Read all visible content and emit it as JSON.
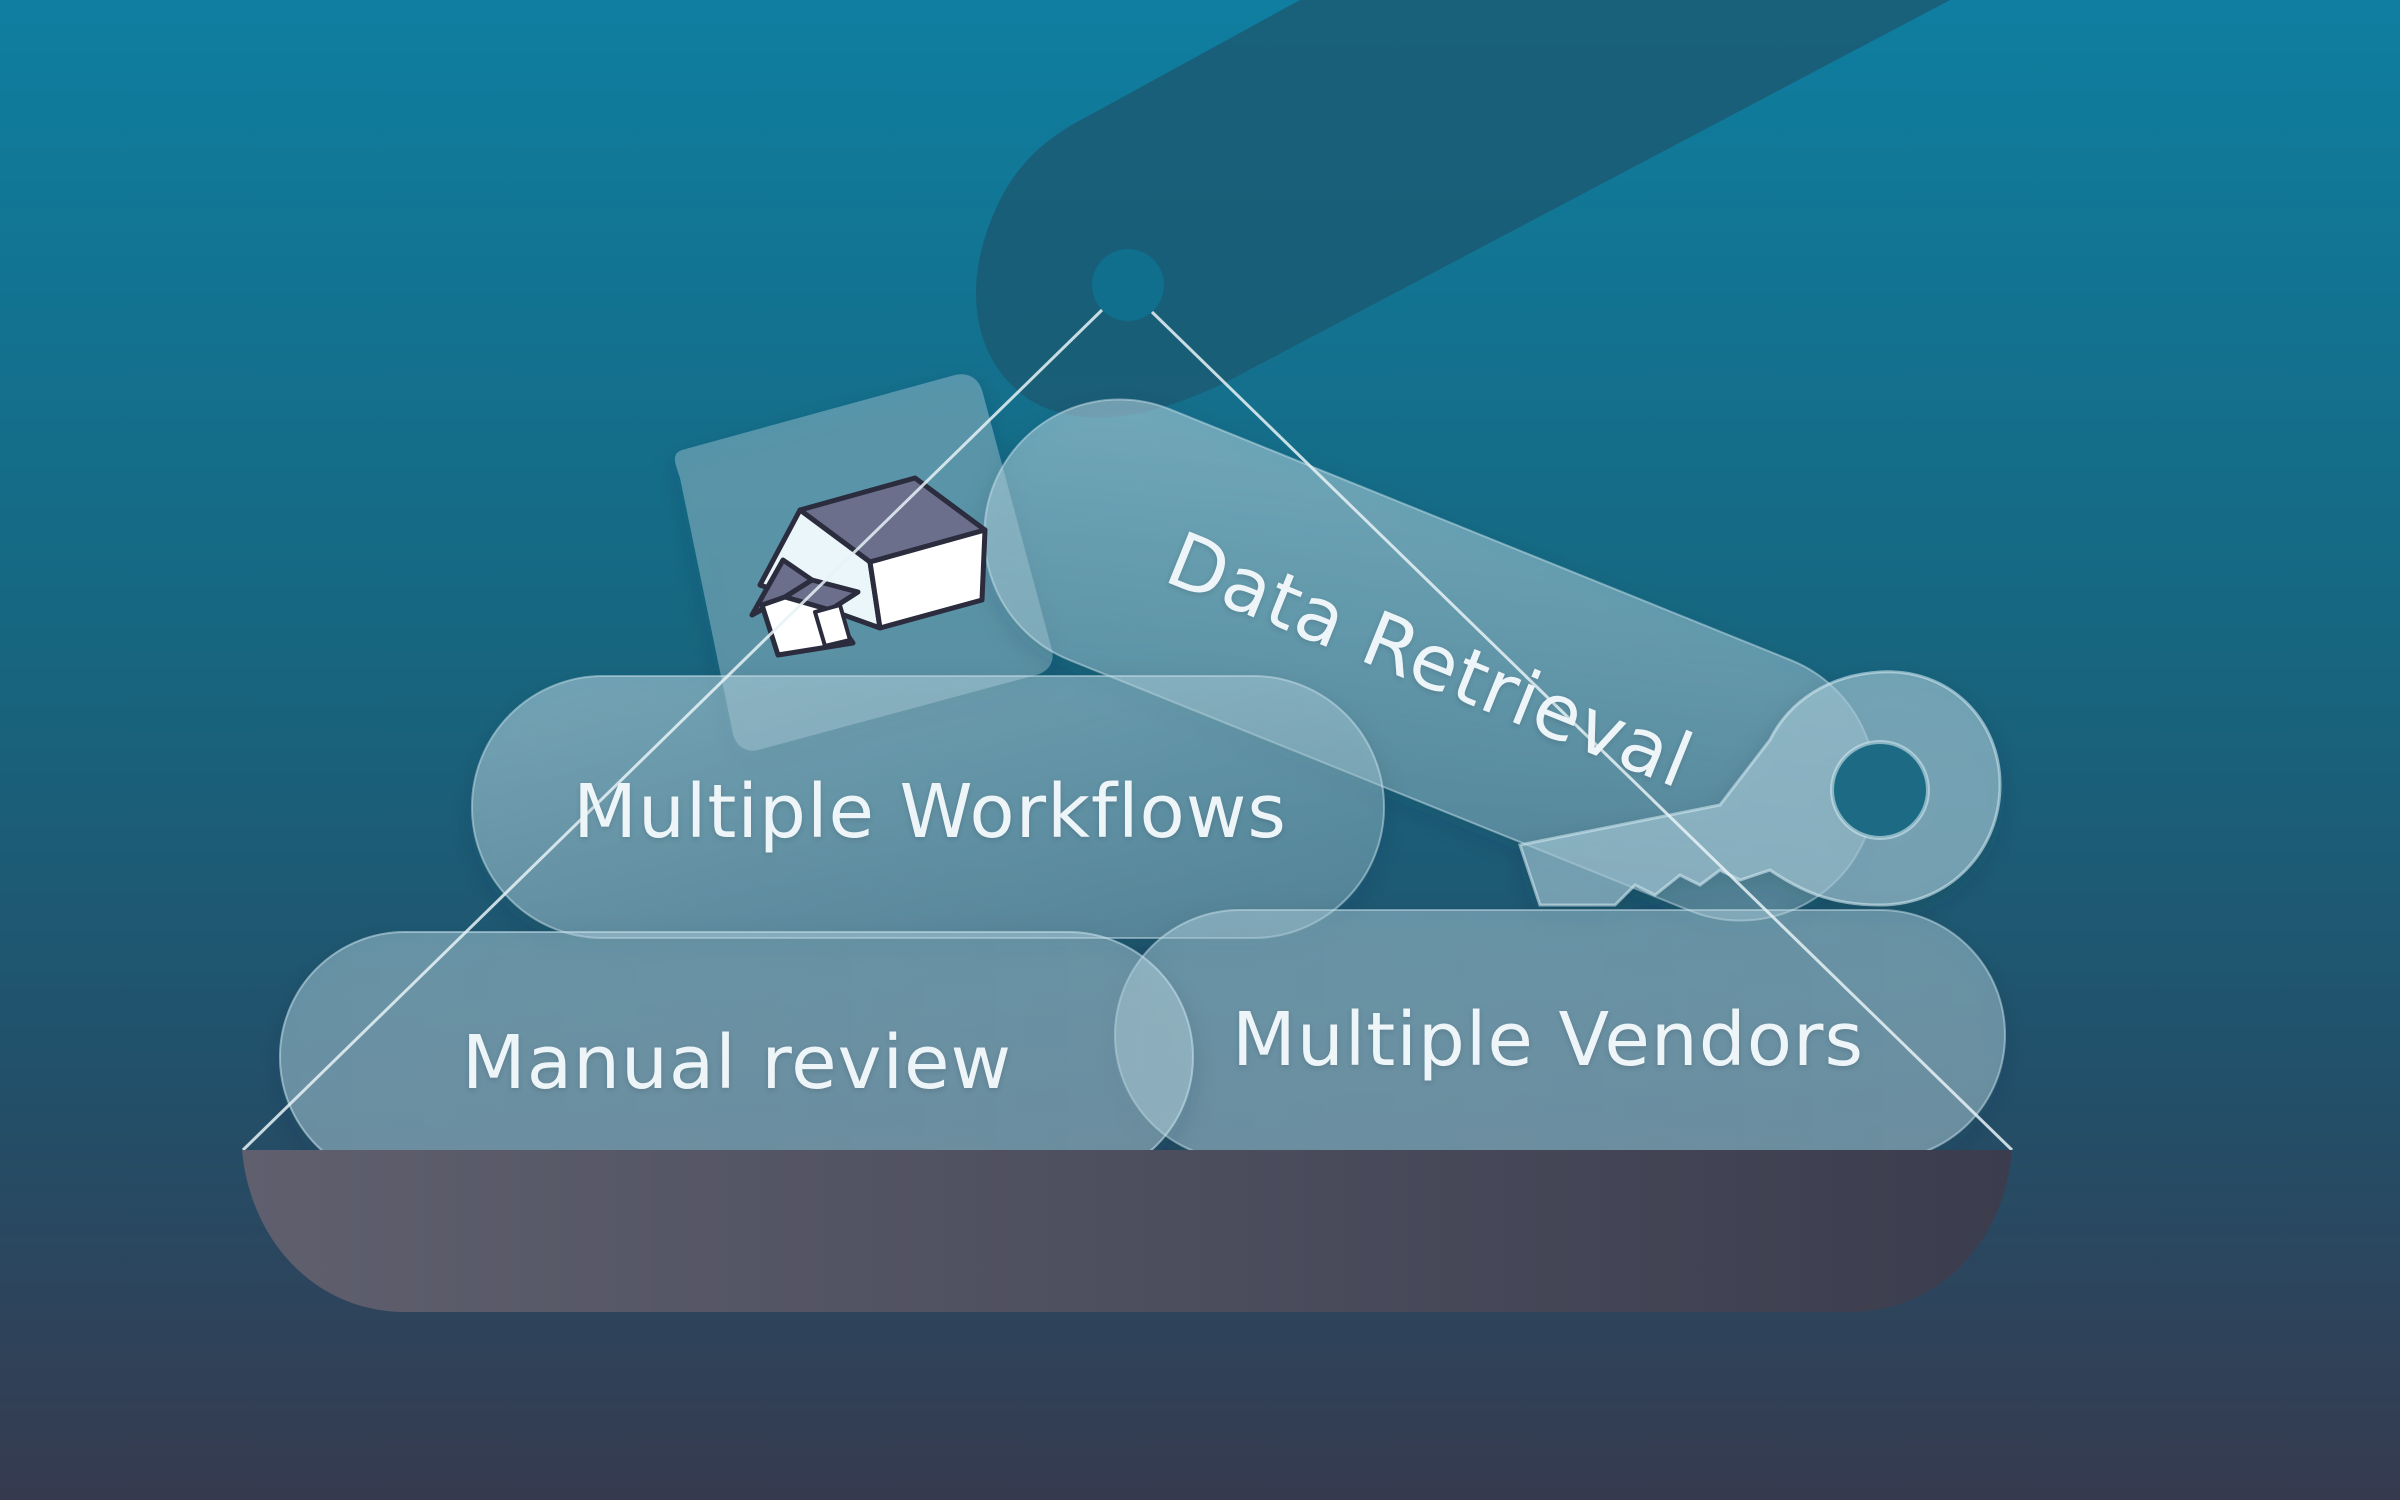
{
  "labels": {
    "data_retrieval": "Data Retrieval",
    "multiple_workflows": "Multiple Workflows",
    "manual_review": "Manual review",
    "multiple_vendors": "Multiple Vendors"
  },
  "icons": {
    "house": "house-icon",
    "key": "key-icon"
  },
  "colors": {
    "background_top": "#0f7ea0",
    "background_bottom": "#363a4f",
    "hand_shadow": "#1b5a73",
    "glass": "#9ec4d2",
    "tray_left": "#5f5f6e",
    "tray_right": "#3b3d4e",
    "house_roof": "#6b6f8b",
    "house_wall": "#ffffff",
    "label_text": "#eef5f8"
  }
}
